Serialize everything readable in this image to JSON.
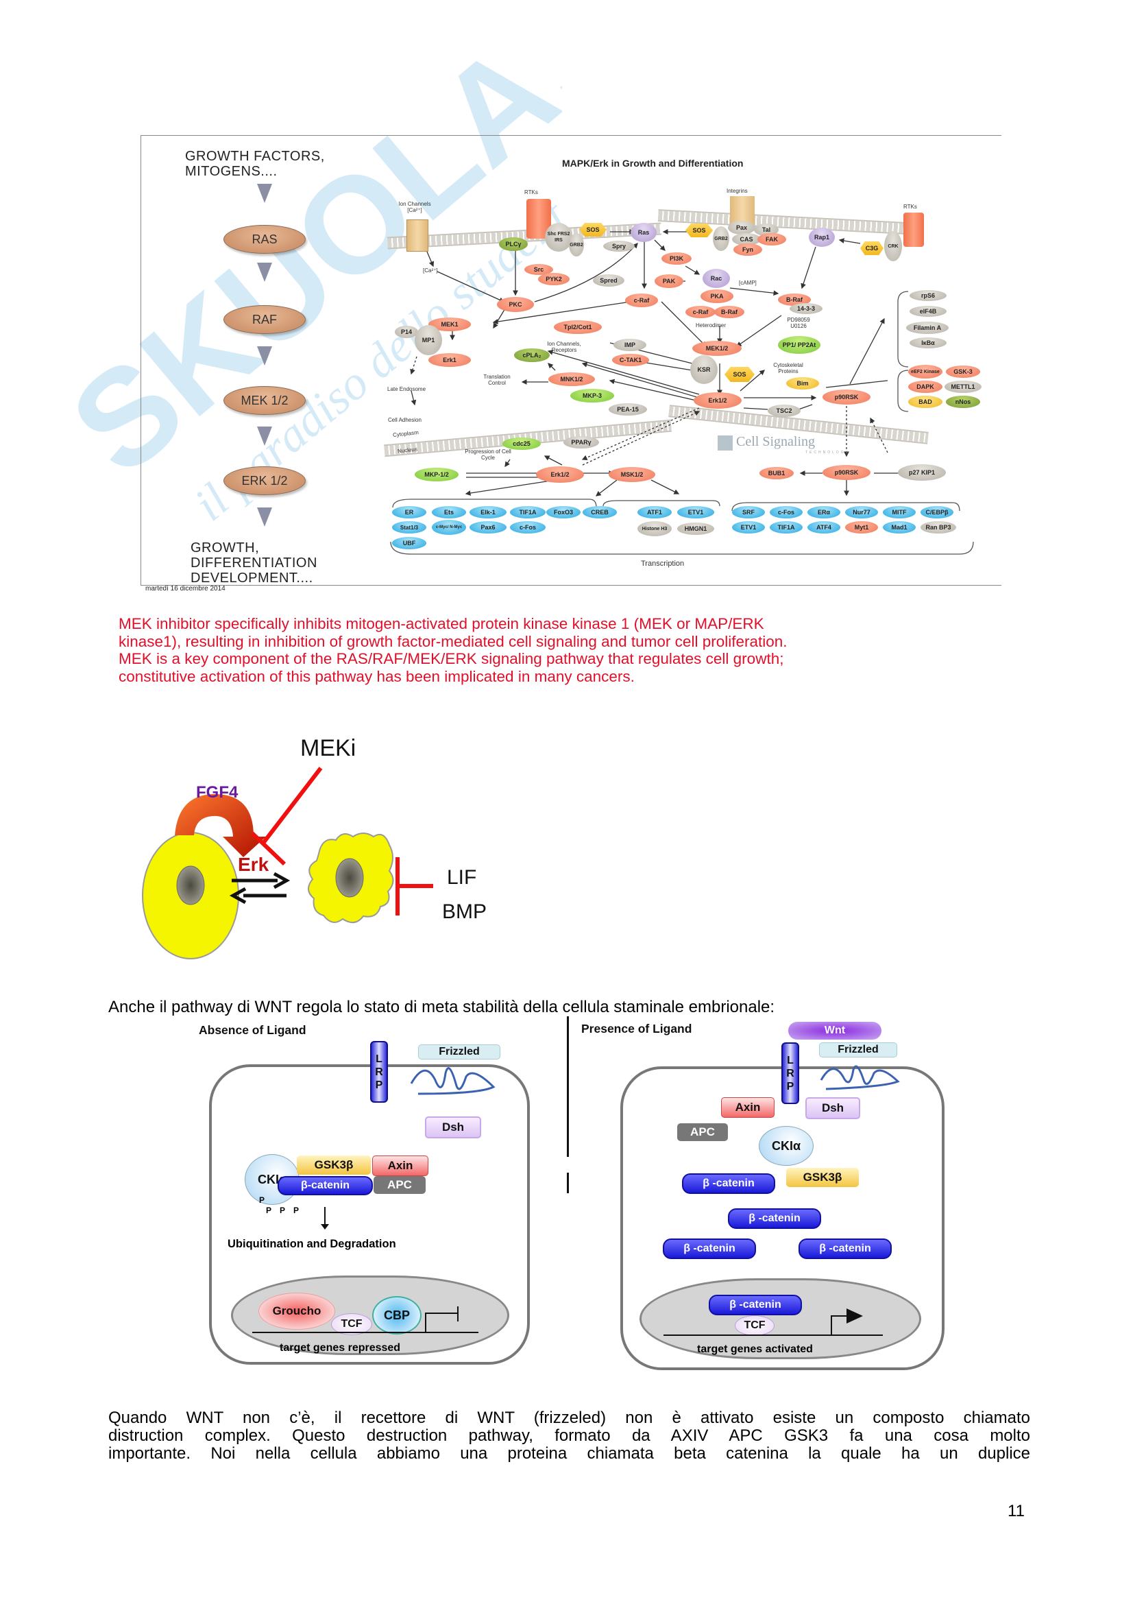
{
  "watermark": {
    "site": "SKUOLA.net",
    "tagline": "il paradiso dello studente"
  },
  "figure1": {
    "flowchart": {
      "top_label": [
        "GROWTH FACTORS,",
        "MITOGENS...."
      ],
      "nodes": [
        "RAS",
        "RAF",
        "MEK 1/2",
        "ERK 1/2"
      ],
      "bottom_label": [
        "GROWTH,",
        "DIFFERENTIATION",
        "DEVELOPMENT...."
      ],
      "date": "martedì 16 dicembre 2014"
    },
    "pathway": {
      "title": "MAPK/Erk in Growth and Differentiation",
      "labels": {
        "ion_channels": "Ion Channels",
        "ca_in": "[Ca²⁺]",
        "ca_out": "[Ca²⁺]",
        "rtks_left": "RTKs",
        "integrins": "Integrins",
        "rtks_right": "RTKs",
        "camp": "[cAMP]",
        "heterodimer": "Heterodimer",
        "inhibitors": "PD98059 U0126",
        "ion_channels_receptors": "Ion Channels, Receptors",
        "translation_control": "Translation Control",
        "late_endosome": "Late Endosome",
        "cell_adhesion": "Cell Adhesion",
        "cytoplasm": "Cytoplasm",
        "nucleus": "Nucleus",
        "progression": "Progression of Cell Cycle",
        "cytoskeletal": "Cytoskeletal Proteins",
        "transcription": "Transcription",
        "logo": "Cell Signaling",
        "logo_sub": "TECHNOLOGY"
      },
      "molecules": {
        "plc": "PLCγ",
        "shc": "Shc FRS2 IRS",
        "grb2a": "GRB2",
        "sos1": "SOS",
        "ras": "Ras",
        "sos2": "SOS",
        "grb2b": "GRB2",
        "pax": "Pax",
        "tal": "Tal",
        "cas": "CAS",
        "fak": "FAK",
        "fyn": "Fyn",
        "rap1": "Rap1",
        "c3g": "C3G",
        "crk": "CRK",
        "spry": "Spry",
        "src": "Src",
        "pyk2": "PYK2",
        "pi3k": "PI3K",
        "spred": "Spred",
        "pak": "PAK",
        "rac": "Rac",
        "pkc": "PKC",
        "craf": "c-Raf",
        "pka": "PKA",
        "braf": "B-Raf",
        "r1433": "14-3-3",
        "craf2": "c-Raf",
        "braf2": "B-Raf",
        "mek1": "MEK1",
        "p14": "P14",
        "mp1": "MP1",
        "erk1": "Erk1",
        "tpl2": "Tpl2/Cot1",
        "imp": "IMP",
        "ctak1": "C-TAK1",
        "mek12": "MEK1/2",
        "ksr": "KSR",
        "pp1": "PP1/ PP2At",
        "cpla2": "cPLA₂",
        "mnk": "MNK1/2",
        "mkp3": "MKP-3",
        "pea15": "PEA-15",
        "sos3": "SOS",
        "bim": "Bim",
        "erk12": "Erk1/2",
        "tsc2": "TSC2",
        "p90rsk": "p90RSK",
        "rps6": "rpS6",
        "eif4b": "eIF4B",
        "filamin": "Filamin A",
        "ikb": "IκBα",
        "eef2k": "eEF2 Kinase",
        "gsk3": "GSK-3",
        "dapk": "DAPK",
        "mettl1": "METTL1",
        "bad": "BAD",
        "nnos": "nNos",
        "cdc25": "cdc25",
        "ppar": "PPARγ",
        "mkp12": "MKP-1/2",
        "erk12n": "Erk1/2",
        "msk12": "MSK1/2",
        "bub1": "BUB1",
        "p90rskn": "p90RSK",
        "p27": "p27 KIP1"
      },
      "transcription_groups": {
        "group1": [
          "ER",
          "Ets",
          "Elk-1",
          "TIF1A",
          "Stat1/3",
          "c-Myc/ N-Myc",
          "Pax6",
          "c-Fos",
          "UBF"
        ],
        "group2": [
          "FoxO3",
          "CREB"
        ],
        "group3": [
          "ATF1",
          "ETV1",
          "Histone H3",
          "HMGN1"
        ],
        "group4": [
          "SRF",
          "c-Fos",
          "ERα",
          "Nur77",
          "MITF",
          "C/EBPβ",
          "ETV1",
          "TIF1A",
          "ATF4",
          "Myt1",
          "Mad1",
          "Ran BP3"
        ]
      }
    }
  },
  "red_paragraph": [
    "MEK inhibitor specifically inhibits mitogen-activated protein kinase kinase 1 (MEK or MAP/ERK",
    "kinase1), resulting in inhibition of growth factor-mediated cell signaling and tumor cell proliferation.",
    "MEK is a key component of the RAS/RAF/MEK/ERK signaling pathway that regulates cell growth;",
    "constitutive activation of this pathway has been implicated in many cancers."
  ],
  "figure2": {
    "meki": "MEKi",
    "fgf4": "FGF4",
    "erk": "Erk",
    "lif": "LIF",
    "bmp": "BMP"
  },
  "wnt_intro": "Anche il pathway di WNT regola lo stato di meta stabilità della cellula staminale embrionale:",
  "figure3": {
    "absence": {
      "title": "Absence of Ligand",
      "lrp": [
        "L",
        "R",
        "P"
      ],
      "frizzled": "Frizzled",
      "dsh": "Dsh",
      "ck1a": "CKIα",
      "gsk3b": "GSK3β",
      "axin": "Axin",
      "bcat": "β-catenin",
      "apc": "APC",
      "phospho": [
        "P",
        "P",
        "P",
        "P"
      ],
      "degradation": "Ubiquitination and Degradation",
      "groucho": "Groucho",
      "tcf": "TCF",
      "cbp": "CBP",
      "genes": "target genes repressed"
    },
    "presence": {
      "title": "Presence of Ligand",
      "wnt": "Wnt",
      "lrp": [
        "L",
        "R",
        "P"
      ],
      "frizzled": "Frizzled",
      "axin": "Axin",
      "dsh": "Dsh",
      "apc": "APC",
      "ck1a": "CKIα",
      "gsk3b": "GSK3β",
      "bcat": [
        "β -catenin",
        "β -catenin",
        "β -catenin",
        "β -catenin",
        "β -catenin"
      ],
      "tcf": "TCF",
      "genes": "target genes activated"
    }
  },
  "body_paragraph": [
    "Quando WNT non c’è, il recettore di WNT (frizzeled) non è attivato esiste un composto chiamato",
    "distruction complex. Questo destruction pathway, formato da AXIV APC GSK3 fa una cosa molto",
    "importante. Noi nella cellula abbiamo una proteina chiamata beta catenina la quale ha un duplice"
  ],
  "page_number": "11"
}
